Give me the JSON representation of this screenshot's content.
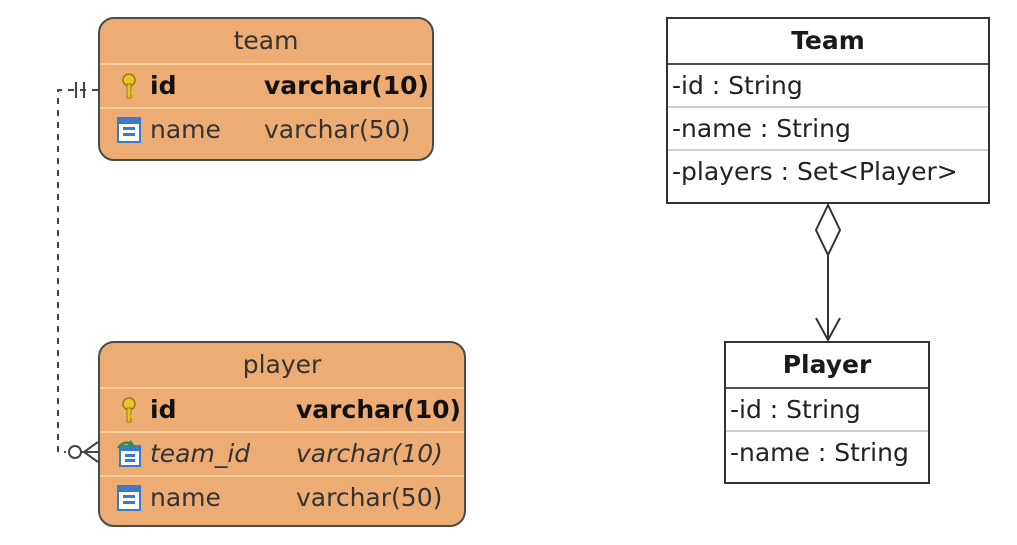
{
  "er": {
    "team": {
      "title": "team",
      "columns": [
        {
          "name": "id",
          "type": "varchar(10)",
          "kind": "pk"
        },
        {
          "name": "name",
          "type": "varchar(50)",
          "kind": "normal"
        }
      ]
    },
    "player": {
      "title": "player",
      "columns": [
        {
          "name": "id",
          "type": "varchar(10)",
          "kind": "pk"
        },
        {
          "name": "team_id",
          "type": "varchar(10)",
          "kind": "fk"
        },
        {
          "name": "name",
          "type": "varchar(50)",
          "kind": "normal"
        }
      ]
    }
  },
  "uml": {
    "team": {
      "title": "Team",
      "attributes": [
        "-id : String",
        "-name : String",
        "-players : Set<Player>"
      ]
    },
    "player": {
      "title": "Player",
      "attributes": [
        "-id : String",
        "-name : String"
      ]
    }
  },
  "colors": {
    "table_fill": "#eeac75",
    "row_separator": "#f7cf9b",
    "key_icon": "#d9b21a",
    "column_icon": "#3a7bc8",
    "fk_arrow": "#2f8f4a"
  }
}
